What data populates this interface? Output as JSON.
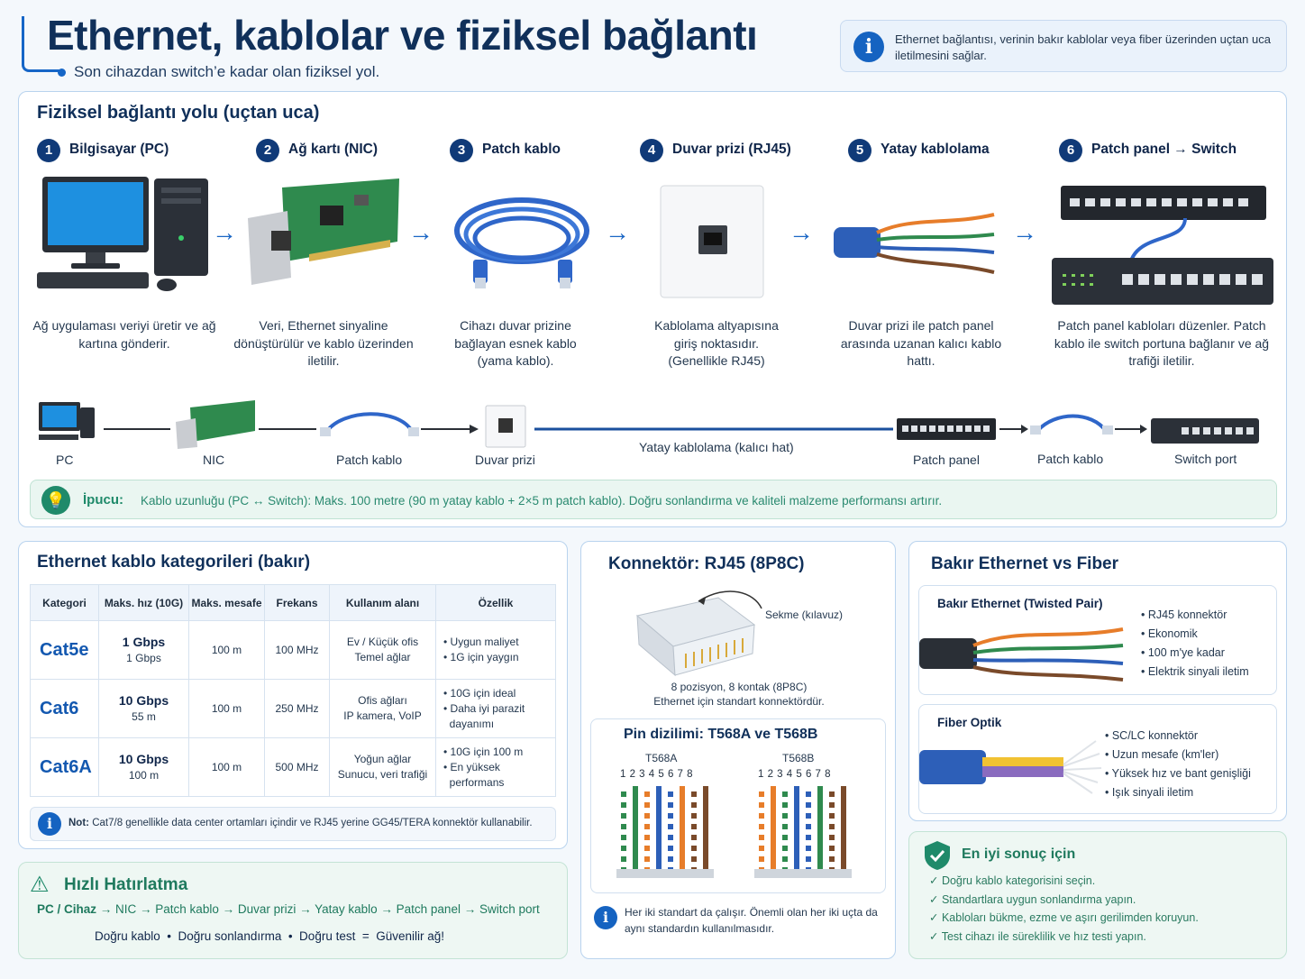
{
  "header": {
    "title": "Ethernet, kablolar ve fiziksel bağlantı",
    "subtitle": "Son cihazdan switch’e kadar olan fiziksel yol.",
    "info": "Ethernet bağlantısı, verinin bakır kablolar veya fiber üzerinden uçtan uca iletilmesini sağlar."
  },
  "path": {
    "title": "Fiziksel bağlantı yolu (uçtan uca)",
    "steps": [
      {
        "num": "1",
        "label": "Bilgisayar (PC)",
        "desc": "Ağ uygulaması veriyi üretir ve ağ kartına gönderir."
      },
      {
        "num": "2",
        "label": "Ağ kartı (NIC)",
        "desc": "Veri, Ethernet sinyaline dönüştürülür ve kablo üzerinden iletilir."
      },
      {
        "num": "3",
        "label": "Patch kablo",
        "desc": "Cihazı duvar prizine bağlayan esnek kablo (yama kablo)."
      },
      {
        "num": "4",
        "label": "Duvar prizi (RJ45)",
        "desc": "Kablolama altyapısına giriş noktasıdır. (Genellikle RJ45)"
      },
      {
        "num": "5",
        "label": "Yatay kablolama",
        "desc": "Duvar prizi ile patch panel arasında uzanan kalıcı kablo hattı."
      },
      {
        "num": "6",
        "label": "Patch panel → Switch",
        "desc": "Patch panel kabloları düzenler. Patch kablo ile switch portuna bağlanır ve ağ trafiği iletilir."
      }
    ],
    "mini": {
      "pc": "PC",
      "nic": "NIC",
      "patch1": "Patch kablo",
      "wall": "Duvar prizi",
      "horizontal": "Yatay kablolama (kalıcı hat)",
      "panel": "Patch panel",
      "patch2": "Patch kablo",
      "switch": "Switch port"
    },
    "tip_label": "İpucu:",
    "tip_text": "Kablo uzunluğu (PC ↔ Switch): Maks. 100 metre (90 m yatay kablo + 2×5 m patch kablo). Doğru sonlandırma ve kaliteli malzeme performansı artırır."
  },
  "categories": {
    "title": "Ethernet kablo kategorileri (bakır)",
    "headers": [
      "Kategori",
      "Maks. hız (10G)",
      "Maks. mesafe",
      "Frekans",
      "Kullanım alanı",
      "Özellik"
    ],
    "rows": [
      {
        "cat": "Cat5e",
        "speed": "1 Gbps",
        "speed_sub": "1 Gbps",
        "dist": "100 m",
        "freq": "100 MHz",
        "use1": "Ev / Küçük ofis",
        "use2": "Temel ağlar",
        "f1": "• Uygun maliyet",
        "f2": "• 1G için yaygın",
        "f3": ""
      },
      {
        "cat": "Cat6",
        "speed": "10 Gbps",
        "speed_sub": "55 m",
        "dist": "100 m",
        "freq": "250 MHz",
        "use1": "Ofis ağları",
        "use2": "IP kamera, VoIP",
        "f1": "• 10G için ideal",
        "f2": "• Daha iyi parazit",
        "f3": "dayanımı"
      },
      {
        "cat": "Cat6A",
        "speed": "10 Gbps",
        "speed_sub": "100 m",
        "dist": "100 m",
        "freq": "500 MHz",
        "use1": "Yoğun ağlar",
        "use2": "Sunucu, veri trafiği",
        "f1": "• 10G için 100 m",
        "f2": "• En yüksek",
        "f3": "performans"
      }
    ],
    "note_label": "Not:",
    "note": "Cat7/8 genellikle data center ortamları içindir ve RJ45 yerine GG45/TERA konnektör kullanabilir."
  },
  "reminder": {
    "title": "Hızlı Hatırlatma",
    "flow_start": "PC / Cihaz",
    "flow_rest": "→ NIC → Patch kablo → Duvar prizi → Yatay kablo → Patch panel → Switch port",
    "line": "Doğru kablo  •  Doğru sonlandırma  •  Doğru test  =  Güvenilir ağ!"
  },
  "connector": {
    "title": "Konnektör: RJ45 (8P8C)",
    "tab": "Sekme (kılavuz)",
    "desc1": "8 pozisyon, 8 kontak (8P8C)",
    "desc2": "Ethernet için standart konnektördür.",
    "pin_title": "Pin dizilimi: T568A ve T568B",
    "a": "T568A",
    "b": "T568B",
    "pins": "1 2 3 4 5 6 7 8",
    "note": "Her iki standart da çalışır. Önemli olan her iki uçta da aynı standardın kullanılmasıdır."
  },
  "compare": {
    "title": "Bakır Ethernet vs Fiber",
    "copper_title": "Bakır Ethernet (Twisted Pair)",
    "copper": [
      "• RJ45 konnektör",
      "• Ekonomik",
      "• 100 m'ye kadar",
      "• Elektrik sinyali iletim"
    ],
    "fiber_title": "Fiber Optik",
    "fiber": [
      "• SC/LC konnektör",
      "• Uzun mesafe (km'ler)",
      "• Yüksek hız ve bant genişliği",
      "• Işık sinyali iletim"
    ]
  },
  "best": {
    "title": "En iyi sonuç için",
    "items": [
      "✓  Doğru kablo kategorisini seçin.",
      "✓  Standartlara uygun sonlandırma yapın.",
      "✓  Kabloları bükme, ezme ve aşırı gerilimden koruyun.",
      "✓  Test cihazı ile süreklilik ve hız testi yapın."
    ]
  },
  "colors": {
    "accent": "#1563c1",
    "navy": "#10305a",
    "green": "#1f8a6a"
  }
}
